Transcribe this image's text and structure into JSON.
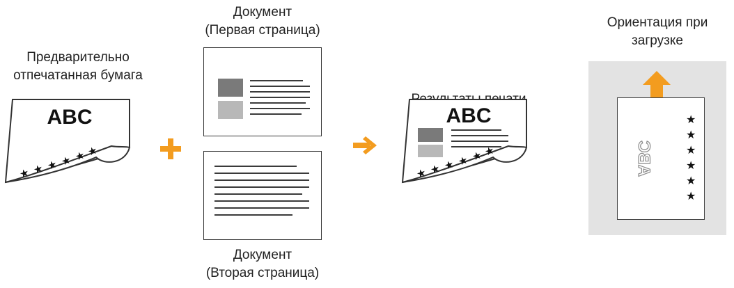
{
  "preprinted_paper": {
    "label_line1": "Предварительно",
    "label_line2": "отпечатанная бумага",
    "printed_text": "ABC"
  },
  "document_page1": {
    "label_line1": "Документ",
    "label_line2": "(Первая страница)"
  },
  "document_page2": {
    "label_line1": "Документ",
    "label_line2": "(Вторая страница)"
  },
  "print_result": {
    "label": "Результаты печати",
    "printed_text": "ABC"
  },
  "load_orientation": {
    "label_line1": "Ориентация при",
    "label_line2": "загрузке",
    "printed_text": "ABC"
  },
  "operators": {
    "plus_icon": "plus-icon",
    "arrow_icon": "arrow-right-icon"
  },
  "colors": {
    "accent": "#f39c1f",
    "dark_block": "#7a7a7a",
    "light_block": "#b8b8b8",
    "panel": "#e3e3e3"
  }
}
